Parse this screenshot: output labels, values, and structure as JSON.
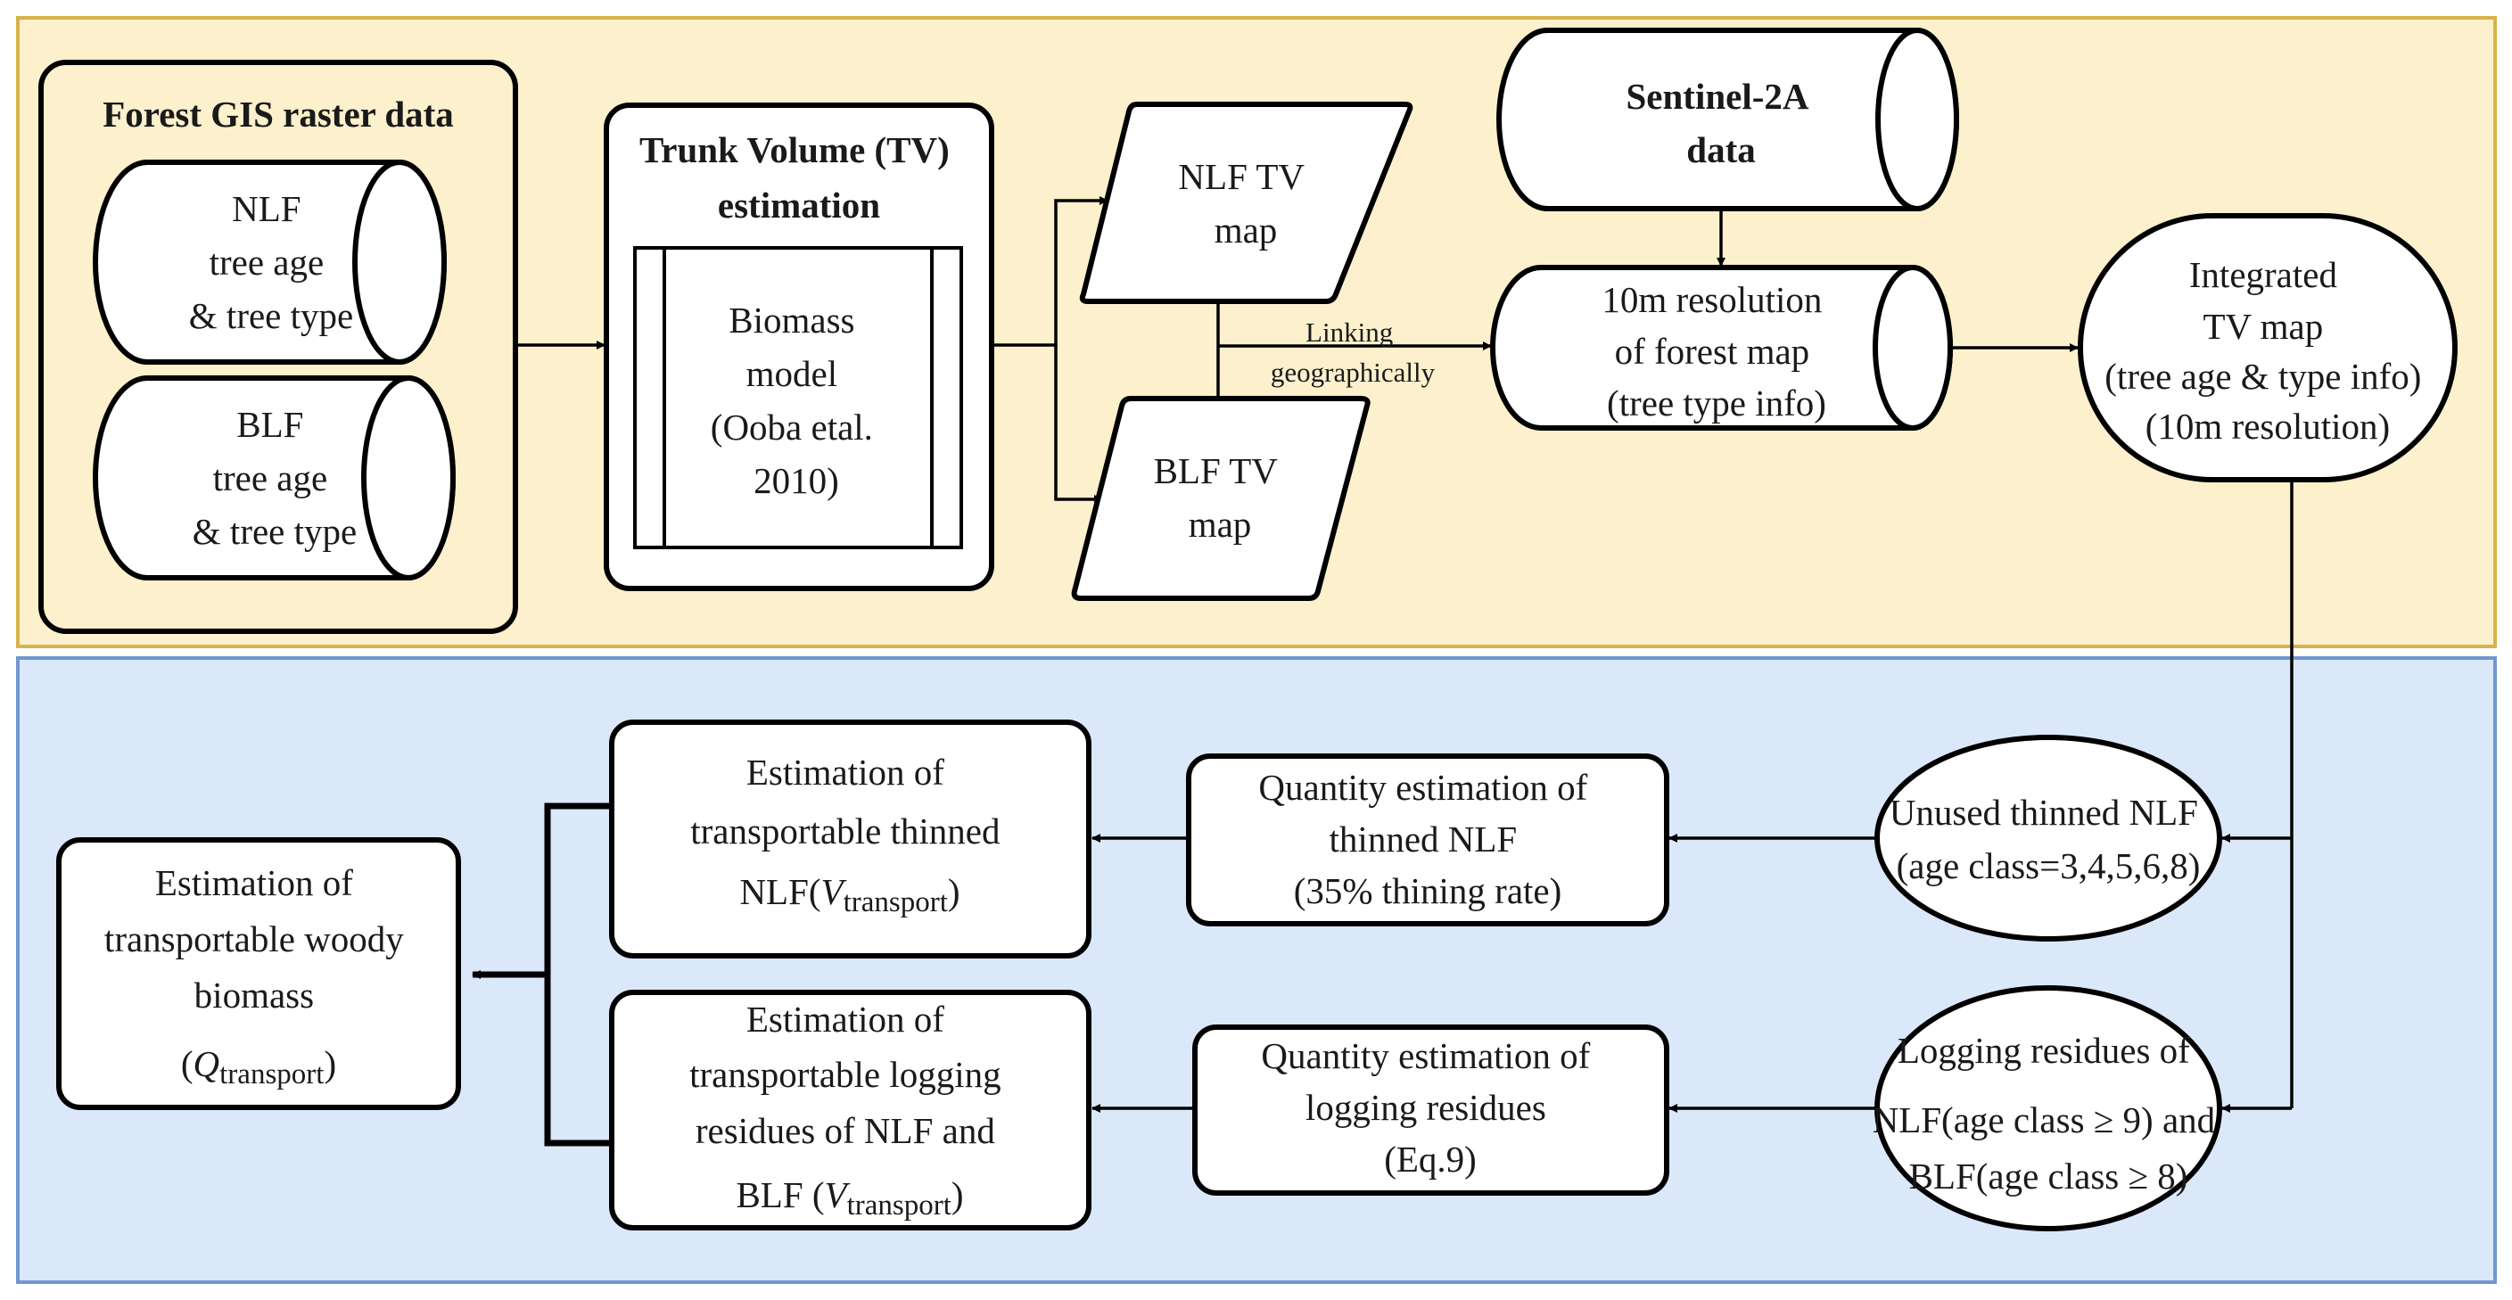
{
  "colors": {
    "top_panel_fill": "#fdf0cc",
    "top_panel_border": "#d8b24a",
    "bottom_panel_fill": "#dbe8fa",
    "bottom_panel_border": "#6f97cf",
    "shape_fill": "#ffffff",
    "stroke": "#000000"
  },
  "forest_gis": {
    "title": "Forest GIS raster data",
    "nlf": [
      "NLF",
      "tree age",
      "& tree type"
    ],
    "blf": [
      "BLF",
      "tree age",
      "& tree type"
    ]
  },
  "tv_estimation": {
    "title": [
      "Trunk Volume (TV)",
      "estimation"
    ],
    "model": [
      "Biomass",
      "model",
      "(Ooba etal.",
      "2010)"
    ]
  },
  "nlf_tv_map": [
    "NLF TV",
    "map"
  ],
  "blf_tv_map": [
    "BLF TV",
    "map"
  ],
  "linking": [
    "Linking",
    "geographically"
  ],
  "sentinel": [
    "Sentinel-2A",
    "data"
  ],
  "forest_map": [
    "10m resolution",
    "of forest map",
    "(tree type info)"
  ],
  "integrated_tv": [
    "Integrated",
    "TV map",
    "(tree age & type info)",
    "(10m resolution)"
  ],
  "unused_thinned": [
    "Unused thinned NLF",
    "(age class=3,4,5,6,8)"
  ],
  "logging_residues": [
    "Logging residues of",
    "NLF(age class ≥ 9) and",
    "BLF(age class ≥ 8)"
  ],
  "quantity_thinned": [
    "Quantity estimation of",
    "thinned NLF",
    "(35% thining rate)"
  ],
  "quantity_logging": [
    "Quantity estimation of",
    "logging residues",
    "(Eq.9)"
  ],
  "est_thinned": {
    "line1": "Estimation of",
    "line2": "transportable thinned",
    "prefix": "NLF(",
    "var": "V",
    "sub": "transport",
    "suffix": ")"
  },
  "est_logging": {
    "line1": "Estimation of",
    "line2": "transportable logging",
    "line3": "residues of NLF and",
    "prefix": "BLF (",
    "var": "V",
    "sub": "transport",
    "suffix": ")"
  },
  "est_woody": {
    "line1": "Estimation of",
    "line2": "transportable woody",
    "line3": "biomass",
    "prefix": "(",
    "var": "Q",
    "sub": "transport",
    "suffix": ")"
  }
}
